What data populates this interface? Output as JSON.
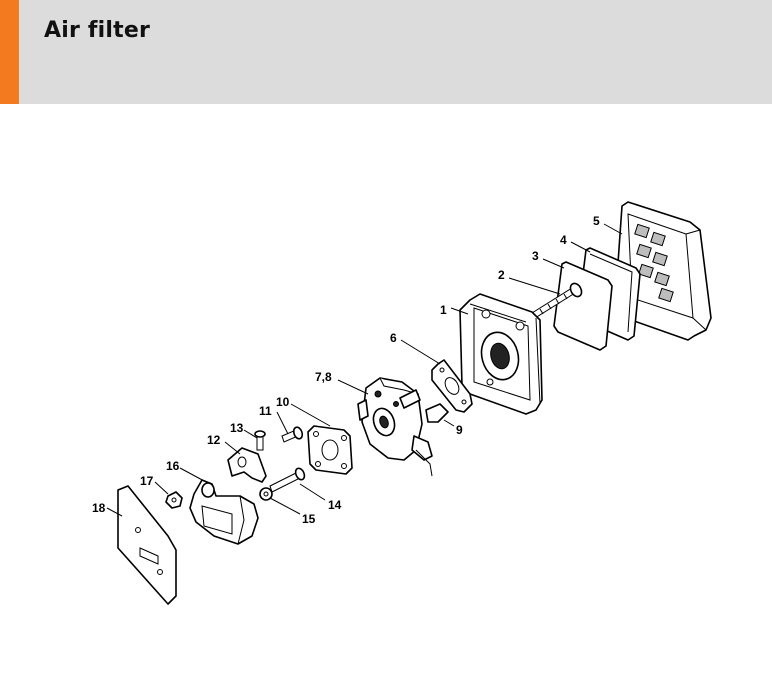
{
  "header": {
    "title": "Air filter",
    "accent_color": "#f37a1f",
    "background_color": "#dcdcdc"
  },
  "diagram": {
    "callouts": [
      {
        "id": "1",
        "label": "1"
      },
      {
        "id": "2",
        "label": "2"
      },
      {
        "id": "3",
        "label": "3"
      },
      {
        "id": "4",
        "label": "4"
      },
      {
        "id": "5",
        "label": "5"
      },
      {
        "id": "6",
        "label": "6"
      },
      {
        "id": "7-8",
        "label": "7,8"
      },
      {
        "id": "9",
        "label": "9"
      },
      {
        "id": "10",
        "label": "10"
      },
      {
        "id": "11",
        "label": "11"
      },
      {
        "id": "12",
        "label": "12"
      },
      {
        "id": "13",
        "label": "13"
      },
      {
        "id": "14",
        "label": "14"
      },
      {
        "id": "15",
        "label": "15"
      },
      {
        "id": "16",
        "label": "16"
      },
      {
        "id": "17",
        "label": "17"
      },
      {
        "id": "18",
        "label": "18"
      }
    ]
  }
}
